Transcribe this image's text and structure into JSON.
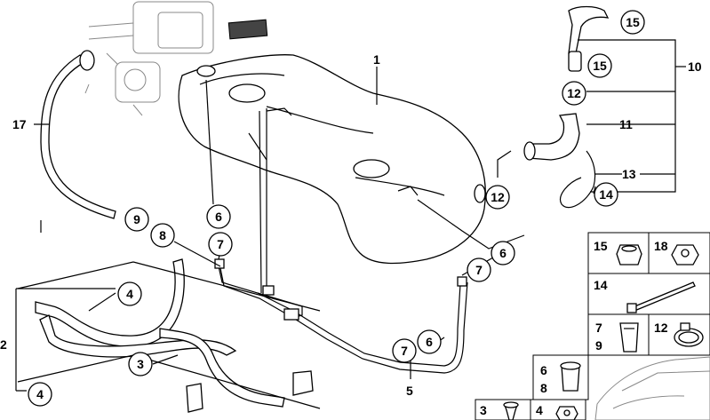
{
  "callouts": {
    "n1": "1",
    "n2": "2",
    "n3": "3",
    "n4a": "4",
    "n4b": "4",
    "n5": "5",
    "n6a": "6",
    "n6b": "6",
    "n6c": "6",
    "n7a": "7",
    "n7b": "7",
    "n7c": "7",
    "n8": "8",
    "n9": "9",
    "n10": "10",
    "n11": "11",
    "n12a": "12",
    "n12b": "12",
    "n13": "13",
    "n14": "14",
    "n15a": "15",
    "n15b": "15",
    "n17": "17"
  },
  "legend": {
    "c15": "15",
    "c18": "18",
    "c14": "14",
    "c7": "7",
    "c9": "9",
    "c12": "12",
    "c6": "6",
    "c8": "8",
    "c3": "3",
    "c4": "4"
  }
}
